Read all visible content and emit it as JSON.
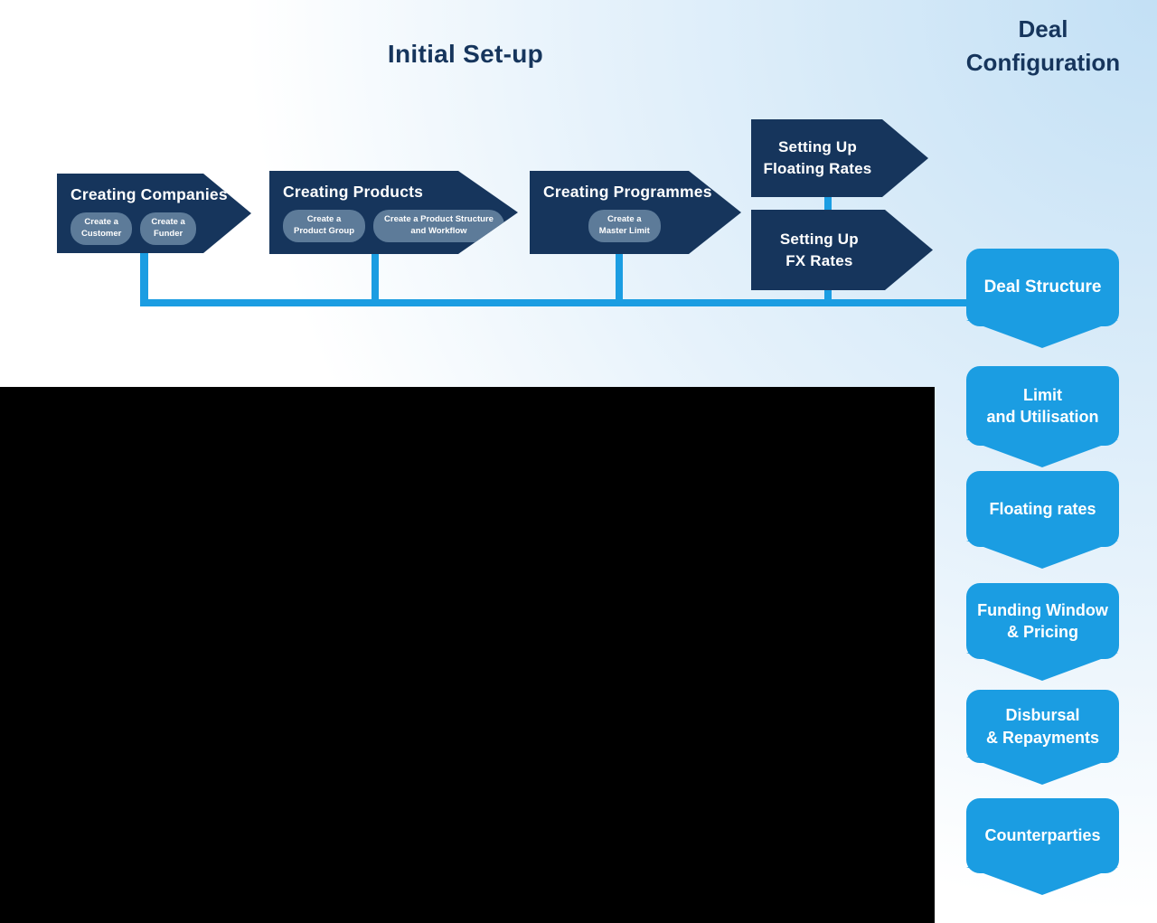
{
  "titles": {
    "initial_setup": "Initial Set-up",
    "deal_configuration": "Deal\nConfiguration"
  },
  "colors": {
    "navy": "#16355c",
    "pill": "#5d7b99",
    "accent-blue": "#1b9de2",
    "bg-blue": "#c3e0f5"
  },
  "flow": {
    "steps": [
      {
        "label": "Creating Companies",
        "pills": [
          "Create a\nCustomer",
          "Create a\nFunder"
        ]
      },
      {
        "label": "Creating Products",
        "pills": [
          "Create a\nProduct Group",
          "Create a Product Structure\nand Workflow"
        ]
      },
      {
        "label": "Creating Programmes",
        "pills": [
          "Create a\nMaster Limit"
        ]
      },
      {
        "label": "Setting Up\nFloating Rates",
        "pills": []
      },
      {
        "label": "Setting Up\nFX Rates",
        "pills": []
      }
    ]
  },
  "deal_configuration": {
    "items": [
      "Deal Structure",
      "Limit\nand Utilisation",
      "Floating rates",
      "Funding Window\n& Pricing",
      "Disbursal\n& Repayments",
      "Counterparties"
    ]
  }
}
